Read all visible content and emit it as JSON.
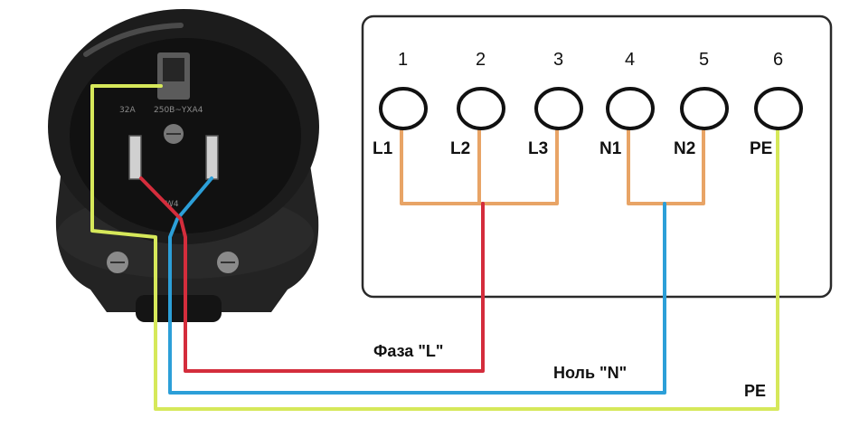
{
  "terminal_block": {
    "terminals": [
      {
        "number": "1",
        "label": "L1"
      },
      {
        "number": "2",
        "label": "L2"
      },
      {
        "number": "3",
        "label": "L3"
      },
      {
        "number": "4",
        "label": "N1"
      },
      {
        "number": "5",
        "label": "N2"
      },
      {
        "number": "6",
        "label": "PE"
      }
    ]
  },
  "plug": {
    "rating_text": "32A",
    "model_text": "250В~YXA4",
    "small_mark": "W4"
  },
  "wires": {
    "phase_label": "Фаза \"L\"",
    "neutral_label": "Ноль \"N\"",
    "ground_label": "PE"
  },
  "colors": {
    "phase": "#d42d3c",
    "neutral": "#2c9fd8",
    "ground": "#d6e85a",
    "jumper": "#e8a466",
    "block_border": "#2a2a2a",
    "plug_body": "#1e1e1e"
  }
}
